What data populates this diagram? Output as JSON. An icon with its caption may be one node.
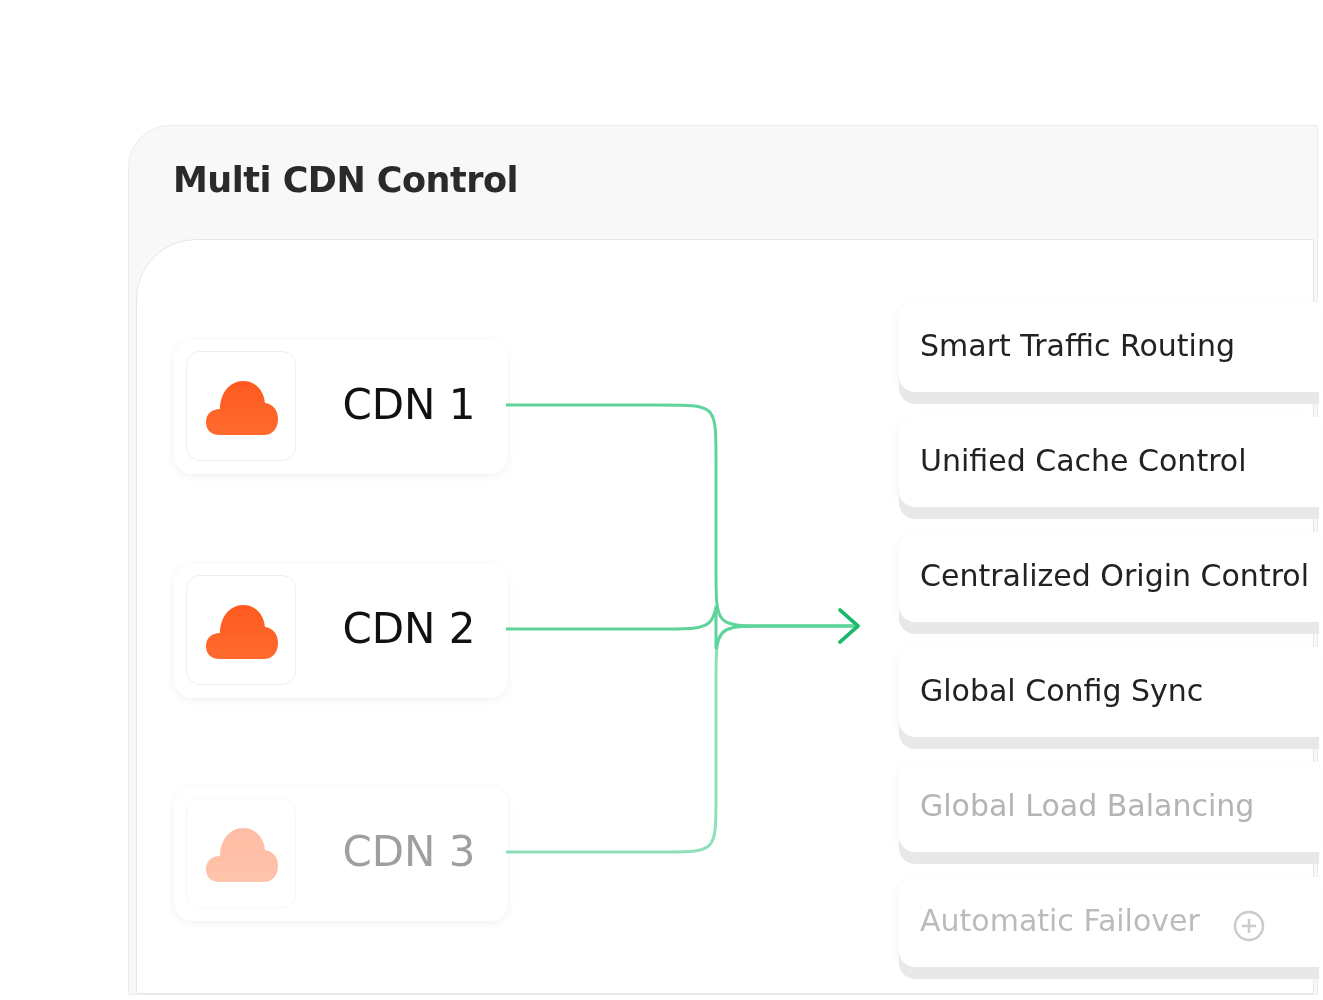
{
  "diagram": {
    "nodes": [
      {
        "text": [
          "Multi CDN Control"
        ]
      },
      {
        "text": [],
        "shape": "box",
        "in": 0
      },
      {
        "text": [
          "CDN 1"
        ],
        "in": 1
      },
      {
        "text": [
          "CDN 2"
        ],
        "in": 1
      },
      {
        "text": [
          "CDN 3"
        ],
        "in": 1
      },
      {
        "text": [
          "Smart Traffic Routing"
        ],
        "in": 1
      },
      {
        "text": [
          "Unified Cache Control"
        ],
        "in": 1
      },
      {
        "text": [
          "Centralized Origin Control"
        ],
        "in": 1
      },
      {
        "text": [
          "Global Config Sync"
        ],
        "in": 1
      },
      {
        "text": [
          "Global Load Balancing"
        ],
        "in": 1
      },
      {
        "text": [
          "Automatic Failover"
        ],
        "in": 1
      }
    ],
    "edges": [
      {
        "from": 2,
        "to": null,
        "arrow": "to"
      },
      {
        "from": 3,
        "to": null,
        "arrow": "to"
      },
      {
        "from": 4,
        "to": null,
        "arrow": "to"
      }
    ]
  }
}
